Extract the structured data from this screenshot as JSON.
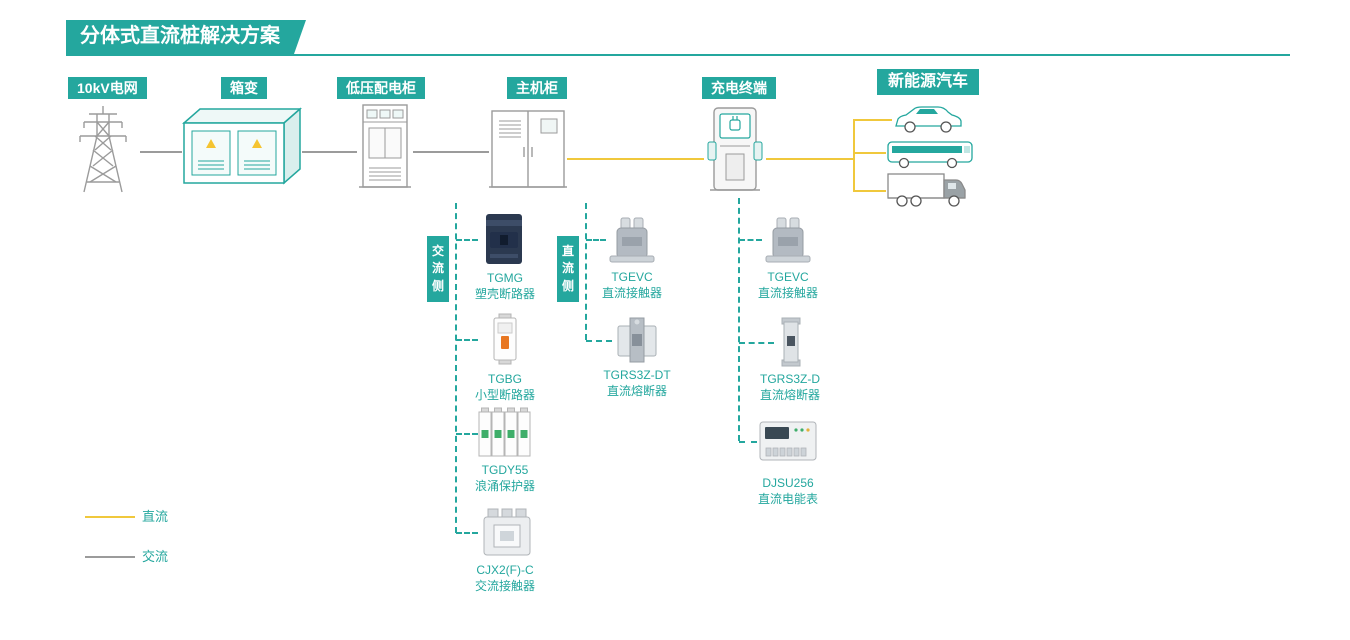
{
  "title": "分体式直流桩解决方案",
  "stages": {
    "grid": "10kV电网",
    "transformer": "箱变",
    "lv_cabinet": "低压配电柜",
    "main_cabinet": "主机柜",
    "terminal": "充电终端",
    "ev": "新能源汽车"
  },
  "branches": {
    "ac_side": {
      "tag": "交流侧",
      "items": [
        {
          "model": "TGMG",
          "name": "塑壳断路器"
        },
        {
          "model": "TGBG",
          "name": "小型断路器"
        },
        {
          "model": "TGDY55",
          "name": "浪涌保护器"
        },
        {
          "model": "CJX2(F)-C",
          "name": "交流接触器"
        }
      ]
    },
    "dc_side": {
      "tag": "直流侧",
      "items": [
        {
          "model": "TGEVC",
          "name": "直流接触器"
        },
        {
          "model": "TGRS3Z-DT",
          "name": "直流熔断器"
        }
      ]
    },
    "terminal_side": {
      "items": [
        {
          "model": "TGEVC",
          "name": "直流接触器"
        },
        {
          "model": "TGRS3Z-D",
          "name": "直流熔断器"
        },
        {
          "model": "DJSU256",
          "name": "直流电能表"
        }
      ]
    }
  },
  "legend": {
    "dc": "直流",
    "ac": "交流"
  },
  "colors": {
    "teal": "#24A79E",
    "dc_line_yellow": "#F0C83C",
    "ac_line_gray": "#9B9B9B"
  },
  "icons": {
    "grid": "transmission-tower-icon",
    "transformer": "box-transformer-icon",
    "lv_cabinet": "distribution-cabinet-icon",
    "main_cabinet": "main-cabinet-icon",
    "terminal": "charging-terminal-icon",
    "vehicles": [
      "car-icon",
      "bus-icon",
      "truck-icon"
    ]
  }
}
